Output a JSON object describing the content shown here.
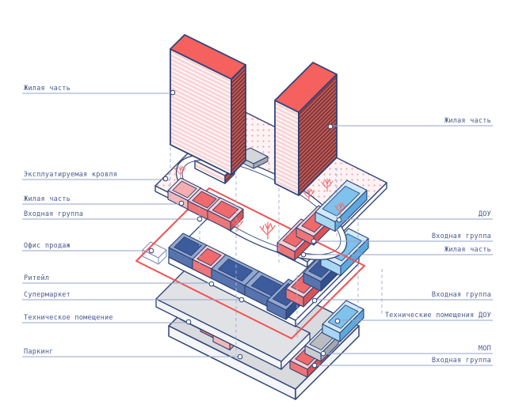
{
  "diagram": {
    "kind": "exploded-axonometric-building-program",
    "language": "ru"
  },
  "labels": {
    "left": [
      {
        "text": "Жилая часть"
      },
      {
        "text": "Эксплуатируемая кровля"
      },
      {
        "text": "Жилая часть"
      },
      {
        "text": "Входная группа"
      },
      {
        "text": "Офис продаж"
      },
      {
        "text": "Ритейл"
      },
      {
        "text": "Супермаркет"
      },
      {
        "text": "Техническое помещение"
      },
      {
        "text": "Паркинг"
      }
    ],
    "right": [
      {
        "text": "Жилая часть"
      },
      {
        "text": "ДОУ"
      },
      {
        "text": "Входная группа"
      },
      {
        "text": "Жилая часть"
      },
      {
        "text": "Входная группа"
      },
      {
        "text": "Технические помещения ДОУ"
      },
      {
        "text": "МОП"
      },
      {
        "text": "Входная группа"
      }
    ]
  },
  "colors": {
    "outline": "#2f4377",
    "outline_light": "#7e8db5",
    "label_text": "#4a5a8c",
    "leader_line": "#93a3c8",
    "dashed_line": "#a0b1d6",
    "tower_top_red": "#f4615e",
    "tower_pink": "#f9d4d6",
    "tower_dark_red": "#8e3536",
    "tower_dark_red_line": "#c57876",
    "roof_bg": "#fdf3f4",
    "roof_dot": "#f2aeb2",
    "property_line_red": "#f25252",
    "ground_top": "#ffffff",
    "strip_top": "#e0e2e6",
    "parking_top": "#d8dade",
    "slab_wall": "#f4f5f8",
    "grey_small_top": "#d3d6da",
    "tree_red": "#ee6e70",
    "boxes": {
      "red": {
        "top": "#f9cfd0",
        "floor": "#f0696b",
        "front": "#ee7678",
        "side": "#d85456"
      },
      "pink": {
        "top": "#fbdfe0",
        "floor": "#f4aeb0",
        "front": "#f2b9ba",
        "side": "#e39a9c"
      },
      "dblue": {
        "top": "#93a8cf",
        "floor": "#3d5c9e",
        "front": "#5874ae",
        "side": "#32508d"
      },
      "lblue": {
        "top": "#d2e9f8",
        "floor": "#7fc2ec",
        "front": "#a7d7f3",
        "side": "#5ea9dd"
      },
      "grey": {
        "top": "#e3e5e8",
        "floor": "#b9bcc2",
        "front": "#c9ccd1",
        "side": "#a5a9af"
      }
    }
  }
}
